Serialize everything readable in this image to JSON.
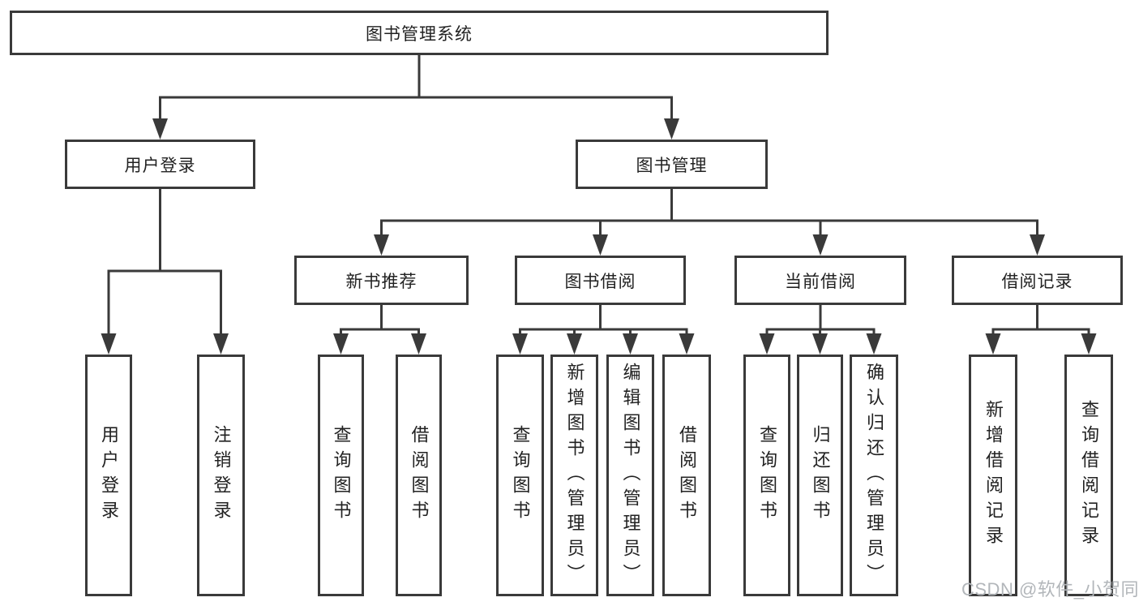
{
  "watermark": "CSDN @软件_小贺同学",
  "colors": {
    "line": "#3a3a3a",
    "box_border": "#3a3a3a",
    "text": "#222222",
    "background": "#ffffff",
    "watermark": "#b2b6ba"
  },
  "nodes": {
    "root": {
      "label": "图书管理系统"
    },
    "level1": [
      {
        "label": "用户登录",
        "parent": "图书管理系统"
      },
      {
        "label": "图书管理",
        "parent": "图书管理系统"
      }
    ],
    "level2": [
      {
        "label": "新书推荐",
        "parent": "图书管理"
      },
      {
        "label": "图书借阅",
        "parent": "图书管理"
      },
      {
        "label": "当前借阅",
        "parent": "图书管理"
      },
      {
        "label": "借阅记录",
        "parent": "图书管理"
      }
    ],
    "leaves": [
      {
        "label": "用户登录",
        "parent": "用户登录"
      },
      {
        "label": "注销登录",
        "parent": "用户登录"
      },
      {
        "label": "查询图书",
        "parent": "新书推荐"
      },
      {
        "label": "借阅图书",
        "parent": "新书推荐"
      },
      {
        "label": "查询图书",
        "parent": "图书借阅"
      },
      {
        "label": "新增图书（管理员）",
        "parent": "图书借阅"
      },
      {
        "label": "编辑图书（管理员）",
        "parent": "图书借阅"
      },
      {
        "label": "借阅图书",
        "parent": "图书借阅"
      },
      {
        "label": "查询图书",
        "parent": "当前借阅"
      },
      {
        "label": "归还图书",
        "parent": "当前借阅"
      },
      {
        "label": "确认归还（管理员）",
        "parent": "当前借阅"
      },
      {
        "label": "新增借阅记录",
        "parent": "借阅记录"
      },
      {
        "label": "查询借阅记录",
        "parent": "借阅记录"
      }
    ]
  }
}
